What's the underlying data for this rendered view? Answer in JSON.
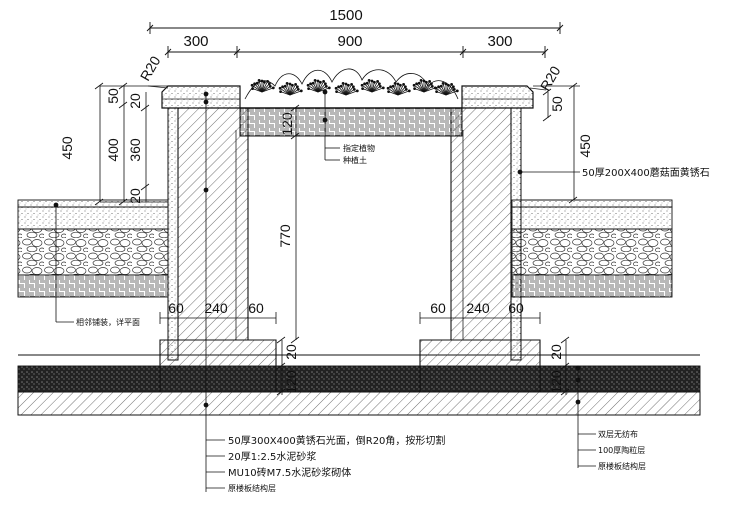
{
  "dimensions": {
    "overall_width": "1500",
    "left_wall_width": "300",
    "inner_width": "900",
    "right_wall_width": "300",
    "radius_left": "R20",
    "radius_right": "R20",
    "coping_thickness_left": "50",
    "mortar_left": "20",
    "height_450_left": "450",
    "height_400": "400",
    "height_360": "360",
    "small_20_left": "20",
    "inner_height_120": "120",
    "height_770": "770",
    "height_450_right": "450",
    "coping_thickness_right": "50",
    "footing_left_60a": "60",
    "footing_left_240": "240",
    "footing_left_60b": "60",
    "footing_right_60a": "60",
    "footing_right_240": "240",
    "footing_right_60b": "60",
    "base_120_left": "120",
    "base_20_left": "20",
    "base_120_right": "120",
    "base_20_right": "20"
  },
  "labels": {
    "plant": "指定植物",
    "soil": "种植土",
    "cap_stone": "50厚200X400蘑菇面黄锈石",
    "adjacent_paving": "相邻铺装，详平面",
    "note_1": "50厚300X400黄锈石光面，倒R20角，按形切割",
    "note_2": "20厚1:2.5水泥砂浆",
    "note_3": "MU10砖M7.5水泥砂浆砌体",
    "note_4": "原楼板结构层",
    "layer_1": "双层无纺布",
    "layer_2": "100厚陶粒层",
    "layer_3": "原楼板结构层"
  }
}
